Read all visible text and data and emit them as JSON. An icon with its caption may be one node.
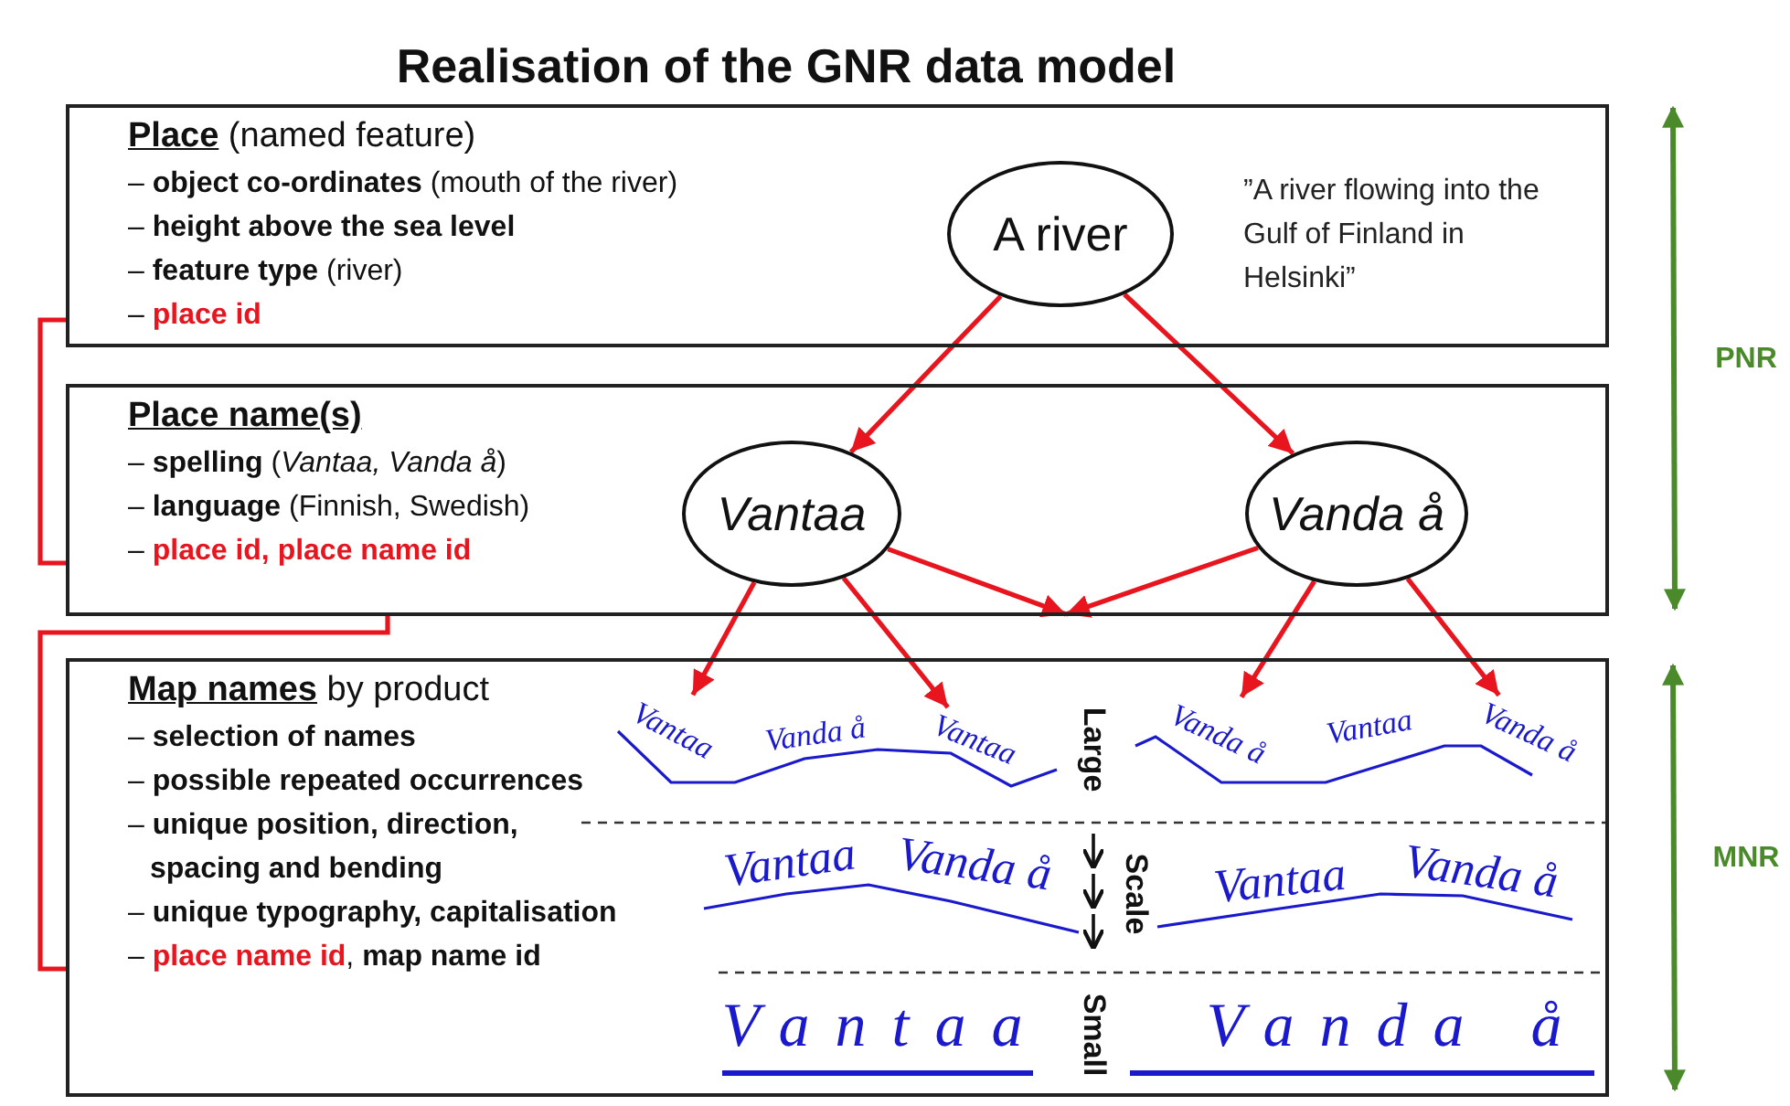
{
  "diagram": {
    "title": "Realisation of the GNR data model",
    "nodes": [
      {
        "text": [
          "**Place** (named feature)",
          "– **object co-ordinates** (mouth of the river)",
          "– **height above the sea level**",
          "– **feature type** (river)",
          "– **place id**"
        ]
      },
      {
        "text": [
          "A river"
        ],
        "in": 0,
        "beside": [
          "”A river flowing into the Gulf of Finland in Helsinki”"
        ]
      },
      {
        "text": [
          "Place name(s)",
          "– **spelling** (*Vantaa, Vanda å*)",
          "– **language** (Finnish, Swedish)",
          "– **place id, place name id**"
        ]
      },
      {
        "text": [
          "Vantaa"
        ],
        "in": 2
      },
      {
        "text": [
          "Vanda å"
        ],
        "in": 2
      },
      {
        "text": [
          "**Map names** by product",
          "– **selection of names**",
          "– **possible repeated occurrences**",
          "– **unique position, direction, spacing and bending**",
          "– **unique typography, capitalisation**",
          "– **place name id**, **map name id**"
        ]
      },
      {
        "text": [
          "Vantaa"
        ],
        "in": 5
      },
      {
        "text": [
          "Vanda å"
        ],
        "in": 5
      },
      {
        "text": [
          "Vantaa"
        ],
        "in": 5
      },
      {
        "text": [
          "Vanda å"
        ],
        "in": 5
      },
      {
        "text": [
          "Vantaa"
        ],
        "in": 5
      },
      {
        "text": [
          "Vanda å"
        ],
        "in": 5
      }
    ],
    "edges": [
      {
        "from": 1,
        "to": 3,
        "arrow": "to"
      },
      {
        "from": 1,
        "to": 4,
        "arrow": "to"
      },
      {
        "from": 3,
        "to": null,
        "arrow": "to"
      },
      {
        "from": 4,
        "to": null,
        "arrow": "to"
      },
      {
        "from": 3,
        "to": 6,
        "arrow": "to"
      },
      {
        "from": 3,
        "to": 8,
        "arrow": "to"
      },
      {
        "from": 4,
        "to": 9,
        "arrow": "to"
      },
      {
        "from": 4,
        "to": 11,
        "arrow": "to"
      },
      {
        "from": 0,
        "to": 2,
        "arrow": "none"
      },
      {
        "from": 2,
        "to": 5,
        "arrow": "none"
      }
    ],
    "labels": [
      "PNR",
      "Large",
      "Vantaa",
      "Vanda å",
      "Scale",
      "Vantaa",
      "Vanda å",
      "MNR",
      "Vantaa",
      "Small",
      "Vanda å"
    ]
  }
}
